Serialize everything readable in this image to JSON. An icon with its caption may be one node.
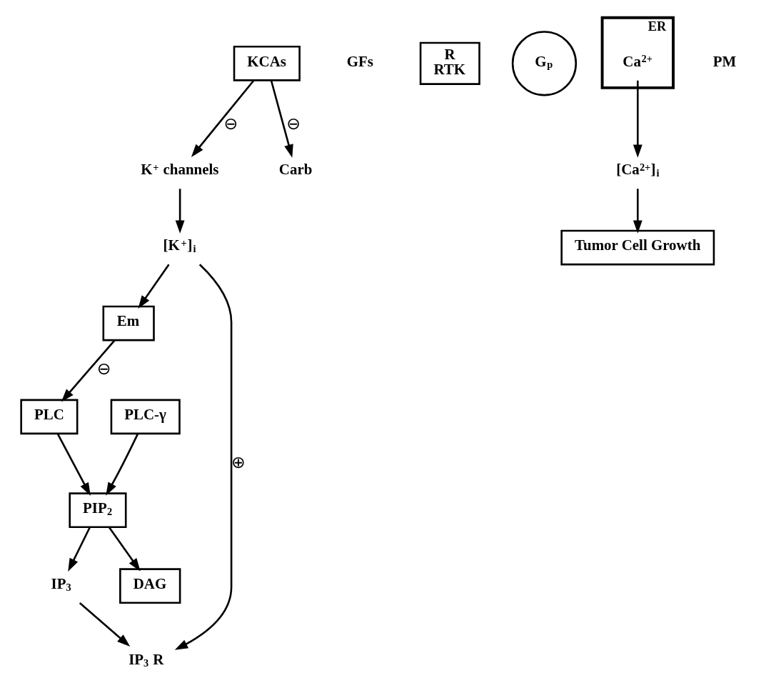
{
  "diagram": {
    "nodes": [
      {
        "text": [
          "KCAs"
        ]
      },
      {
        "text": [
          "K$^{+}$ channels"
        ]
      },
      {
        "text": [
          "GFs"
        ]
      },
      {
        "text": [
          "R",
          "RTK"
        ]
      },
      {
        "text": [
          "PLC-γ"
        ]
      },
      {
        "text": [
          "PIP$_{2}$"
        ]
      },
      {
        "text": [
          "DAG"
        ]
      },
      {
        "text": [
          "PLC"
        ]
      },
      {
        "text": [
          "G$_{p}$"
        ]
      },
      {
        "text": [
          "Carb"
        ]
      },
      {
        "text": [
          "[K$^{+}$]$_{i}$"
        ]
      },
      {
        "text": [
          "IP$_{3}$"
        ]
      },
      {
        "text": [
          "Em"
        ]
      },
      {
        "text": [
          "ER"
        ]
      },
      {
        "text": [
          "IP$_{3}$ R"
        ]
      },
      {
        "text": [
          "Ca$^{2+}$"
        ],
        "in": 13
      },
      {
        "text": [
          "[Ca$^{2+}$]$_{i}$"
        ]
      },
      {
        "text": [
          "Tumor Cell Growth"
        ]
      }
    ],
    "edges": [
      {
        "from": 0,
        "to": 1,
        "arrow": "to",
        "label": "⊖"
      },
      {
        "from": 0,
        "to": 9,
        "arrow": "to",
        "label": "⊖"
      },
      {
        "from": 1,
        "to": 10,
        "arrow": "to"
      },
      {
        "from": 4,
        "to": 5,
        "arrow": "to"
      },
      {
        "from": 7,
        "to": 5,
        "arrow": "to"
      },
      {
        "from": 5,
        "to": 6,
        "arrow": "to"
      },
      {
        "from": 5,
        "to": 11,
        "arrow": "to"
      },
      {
        "from": 10,
        "to": 12,
        "arrow": "to"
      },
      {
        "from": 12,
        "to": 7,
        "arrow": "to",
        "label": "⊖"
      },
      {
        "from": 11,
        "to": 14,
        "arrow": "to"
      },
      {
        "from": 10,
        "to": 14,
        "arrow": "to",
        "label": "⊕"
      },
      {
        "from": 15,
        "to": 16,
        "arrow": "to"
      },
      {
        "from": 16,
        "to": 17,
        "arrow": "to"
      }
    ],
    "labels": [
      "PM"
    ]
  }
}
